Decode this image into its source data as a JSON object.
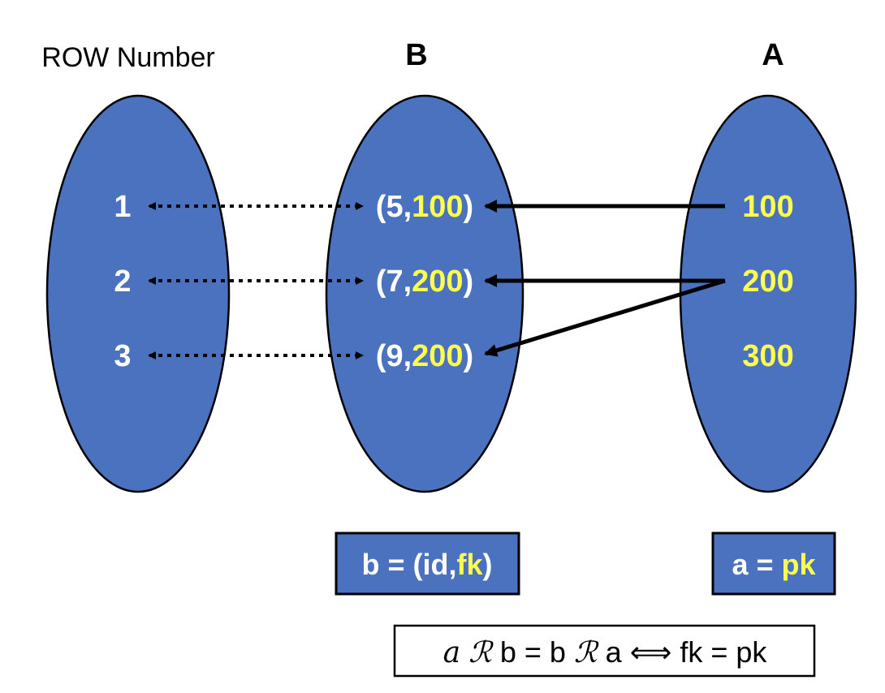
{
  "headings": {
    "row_number": "ROW Number",
    "set_b": "B",
    "set_a": "A"
  },
  "row_numbers": [
    "1",
    "2",
    "3"
  ],
  "set_b_elements": [
    {
      "open": "(",
      "id": "5",
      "comma": ",",
      "fk": "100",
      "close": ")"
    },
    {
      "open": "(",
      "id": "7",
      "comma": ",",
      "fk": "200",
      "close": ")"
    },
    {
      "open": "(",
      "id": "9",
      "comma": ",",
      "fk": "200",
      "close": ")"
    }
  ],
  "set_a_elements": [
    "100",
    "200",
    "300"
  ],
  "legend_b": {
    "prefix": "b = (",
    "id": "id",
    "comma": ",",
    "fk": "fk",
    "close": ")"
  },
  "legend_a": {
    "prefix": "a = ",
    "pk": "pk"
  },
  "formula": {
    "a": "a",
    "relation_symbol_1": "ℛ",
    "middle": "b = b",
    "relation_symbol_2": "ℛ",
    "a2": "a",
    "iff": "⟺",
    "condition": "fk = pk"
  },
  "mappings": {
    "row_to_b": [
      [
        1,
        1
      ],
      [
        2,
        2
      ],
      [
        3,
        3
      ]
    ],
    "a_to_b": [
      [
        "100",
        1
      ],
      [
        "200",
        2
      ],
      [
        "200",
        3
      ]
    ]
  },
  "colors": {
    "ellipse_fill": "#4a72bf",
    "highlight": "#ffff4d",
    "text_on_blue": "#ffffff",
    "arrow": "#000000"
  }
}
